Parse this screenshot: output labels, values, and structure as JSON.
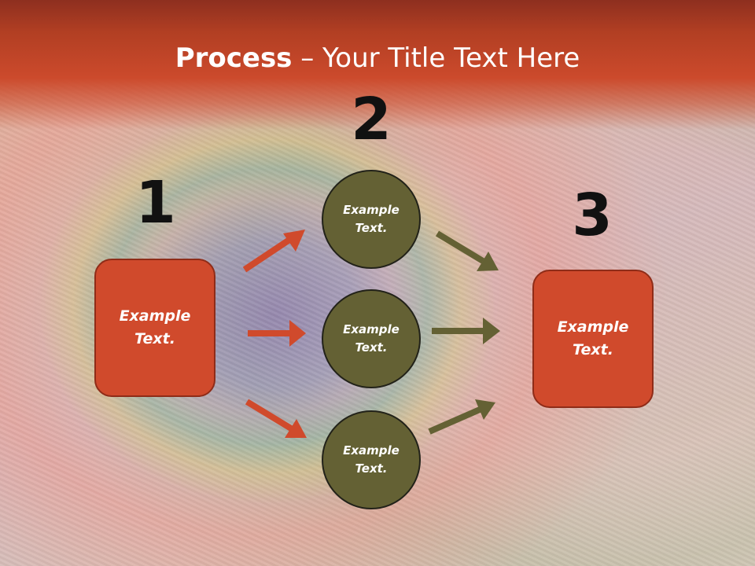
{
  "title": {
    "bold": "Process",
    "rest": " – Your Title Text Here"
  },
  "steps": [
    {
      "number": "1",
      "line1": "Example",
      "line2": "Text."
    },
    {
      "number": "2",
      "line1": "Example",
      "line2": "Text."
    },
    {
      "number": "3",
      "line1": "Example",
      "line2": "Text."
    }
  ],
  "middle_circles": [
    {
      "line1": "Example",
      "line2": "Text."
    },
    {
      "line1": "Example",
      "line2": "Text."
    },
    {
      "line1": "Example",
      "line2": "Text."
    }
  ],
  "colors": {
    "title_band": "#c94a2c",
    "box_fill": "#d04a2c",
    "circle_fill": "#646134",
    "arrow_orange": "#d04a2c",
    "arrow_olive": "#646134"
  }
}
